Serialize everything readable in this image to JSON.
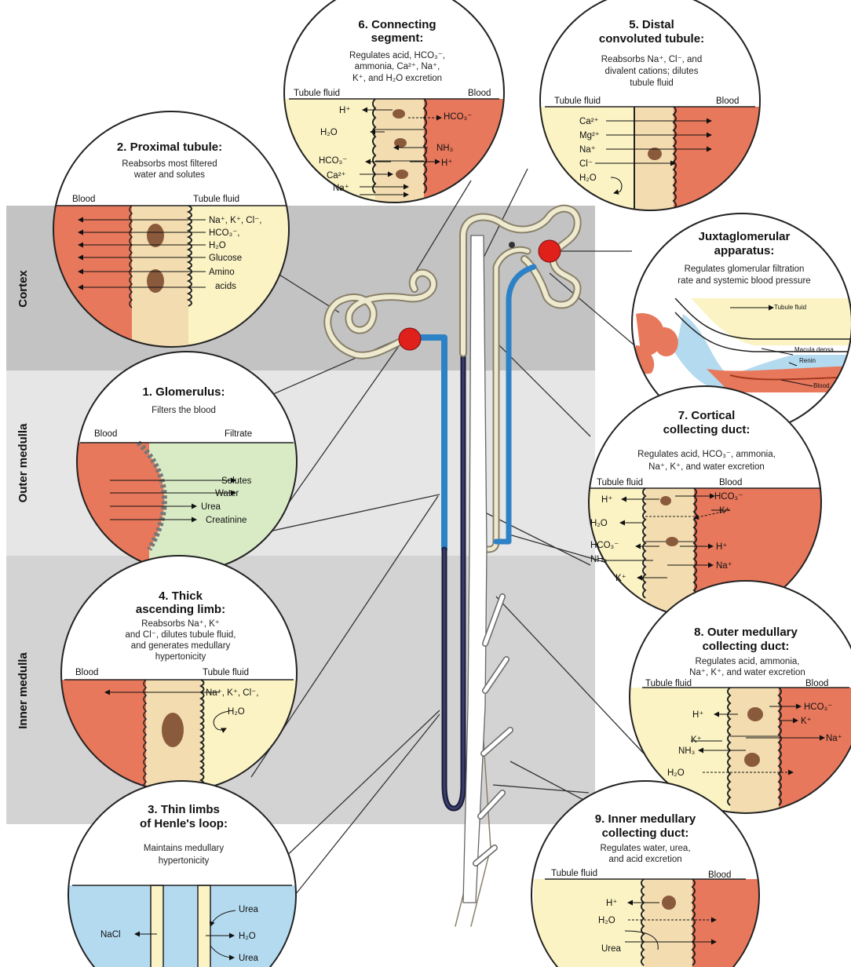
{
  "zones": {
    "cortex": "Cortex",
    "outer_medulla": "Outer medulla",
    "inner_medulla": "Inner medulla"
  },
  "colors": {
    "blood": "#e8785c",
    "tubule_fluid": "#fbf3c4",
    "filtrate": "#d8ebc5",
    "interstitium": "#b4daf0",
    "cortex_band": "#c3c3c3",
    "outer_band": "#e6e6e6",
    "inner_band": "#d3d3d3",
    "thick_limb": "#2d82c6",
    "thin_limb": "#1b1b3a",
    "glomerulus": "#e0201b"
  },
  "callouts": {
    "c6": {
      "title_1": "6. Connecting",
      "title_2": "segment:",
      "desc_1": "Regulates acid, HCO₃⁻,",
      "desc_2": "ammonia, Ca²⁺, Na⁺,",
      "desc_3": "K⁺, and H₂O excretion",
      "left": "Tubule fluid",
      "right": "Blood",
      "labels": [
        "H⁺",
        "HCO₃⁻",
        "H₂O",
        "NH₃",
        "HCO₃⁻",
        "H⁺",
        "Ca²⁺",
        "Na⁺"
      ]
    },
    "c5": {
      "title_1": "5. Distal",
      "title_2": "convoluted tubule:",
      "desc_1": "Reabsorbs Na⁺, Cl⁻, and",
      "desc_2": "divalent cations; dilutes",
      "desc_3": "tubule fluid",
      "left": "Tubule fluid",
      "right": "Blood",
      "labels": [
        "Ca²⁺",
        "Mg²⁺",
        "Na⁺",
        "Cl⁻",
        "H₂O"
      ]
    },
    "c2": {
      "title_1": "2. Proximal tubule:",
      "desc_1": "Reabsorbs most filtered",
      "desc_2": "water and solutes",
      "left": "Blood",
      "right": "Tubule fluid",
      "labels": [
        "Na⁺, K⁺, Cl⁻,",
        "HCO₃⁻,",
        "H₂O",
        "Glucose",
        "Amino",
        "acids"
      ]
    },
    "cj": {
      "title_1": "Juxtaglomerular",
      "title_2": "apparatus:",
      "desc_1": "Regulates glomerular filtration",
      "desc_2": "rate and systemic blood pressure",
      "tubule": "Tubule fluid",
      "macula": "Macula densa",
      "renin": "Renin",
      "blood": "Blood"
    },
    "c1": {
      "title_1": "1. Glomerulus:",
      "desc_1": "Filters the blood",
      "left": "Blood",
      "right": "Filtrate",
      "labels": [
        "Solutes",
        "Water",
        "Urea",
        "Creatinine"
      ]
    },
    "c7": {
      "title_1": "7. Cortical",
      "title_2": "collecting duct:",
      "desc_1": "Regulates acid, HCO₃⁻, ammonia,",
      "desc_2": "Na⁺, K⁺, and water excretion",
      "left": "Tubule fluid",
      "right": "Blood",
      "labels": [
        "H⁺",
        "HCO₃⁻",
        "K⁺",
        "H₂O",
        "HCO₃⁻",
        "H⁺",
        "NH₃",
        "Na⁺",
        "K⁺"
      ]
    },
    "c4": {
      "title_1": "4. Thick",
      "title_2": "ascending limb:",
      "desc_1": "Reabsorbs Na⁺, K⁺",
      "desc_2": "and Cl⁻, dilutes tubule fluid,",
      "desc_3": "and generates medullary",
      "desc_4": "hypertonicity",
      "left": "Blood",
      "right": "Tubule fluid",
      "labels": [
        "Na⁺, K⁺, Cl⁻,",
        "H₂O"
      ]
    },
    "c8": {
      "title_1": "8. Outer medullary",
      "title_2": "collecting duct:",
      "desc_1": "Regulates acid, ammonia,",
      "desc_2": "Na⁺, K⁺, and water excretion",
      "left": "Tubule fluid",
      "right": "Blood",
      "labels": [
        "H⁺",
        "HCO₃⁻",
        "K⁺",
        "K⁺",
        "Na⁺",
        "NH₃",
        "H₂O"
      ]
    },
    "c3": {
      "title_1": "3. Thin limbs",
      "title_2": "of Henle's loop:",
      "desc_1": "Maintains medullary",
      "desc_2": "hypertonicity",
      "labels": [
        "NaCl",
        "Urea",
        "H₂O",
        "Urea"
      ]
    },
    "c9": {
      "title_1": "9. Inner medullary",
      "title_2": "collecting duct:",
      "desc_1": "Regulates water, urea,",
      "desc_2": "and acid excretion",
      "left": "Tubule fluid",
      "right": "Blood",
      "labels": [
        "H⁺",
        "H₂O",
        "Urea"
      ]
    }
  }
}
